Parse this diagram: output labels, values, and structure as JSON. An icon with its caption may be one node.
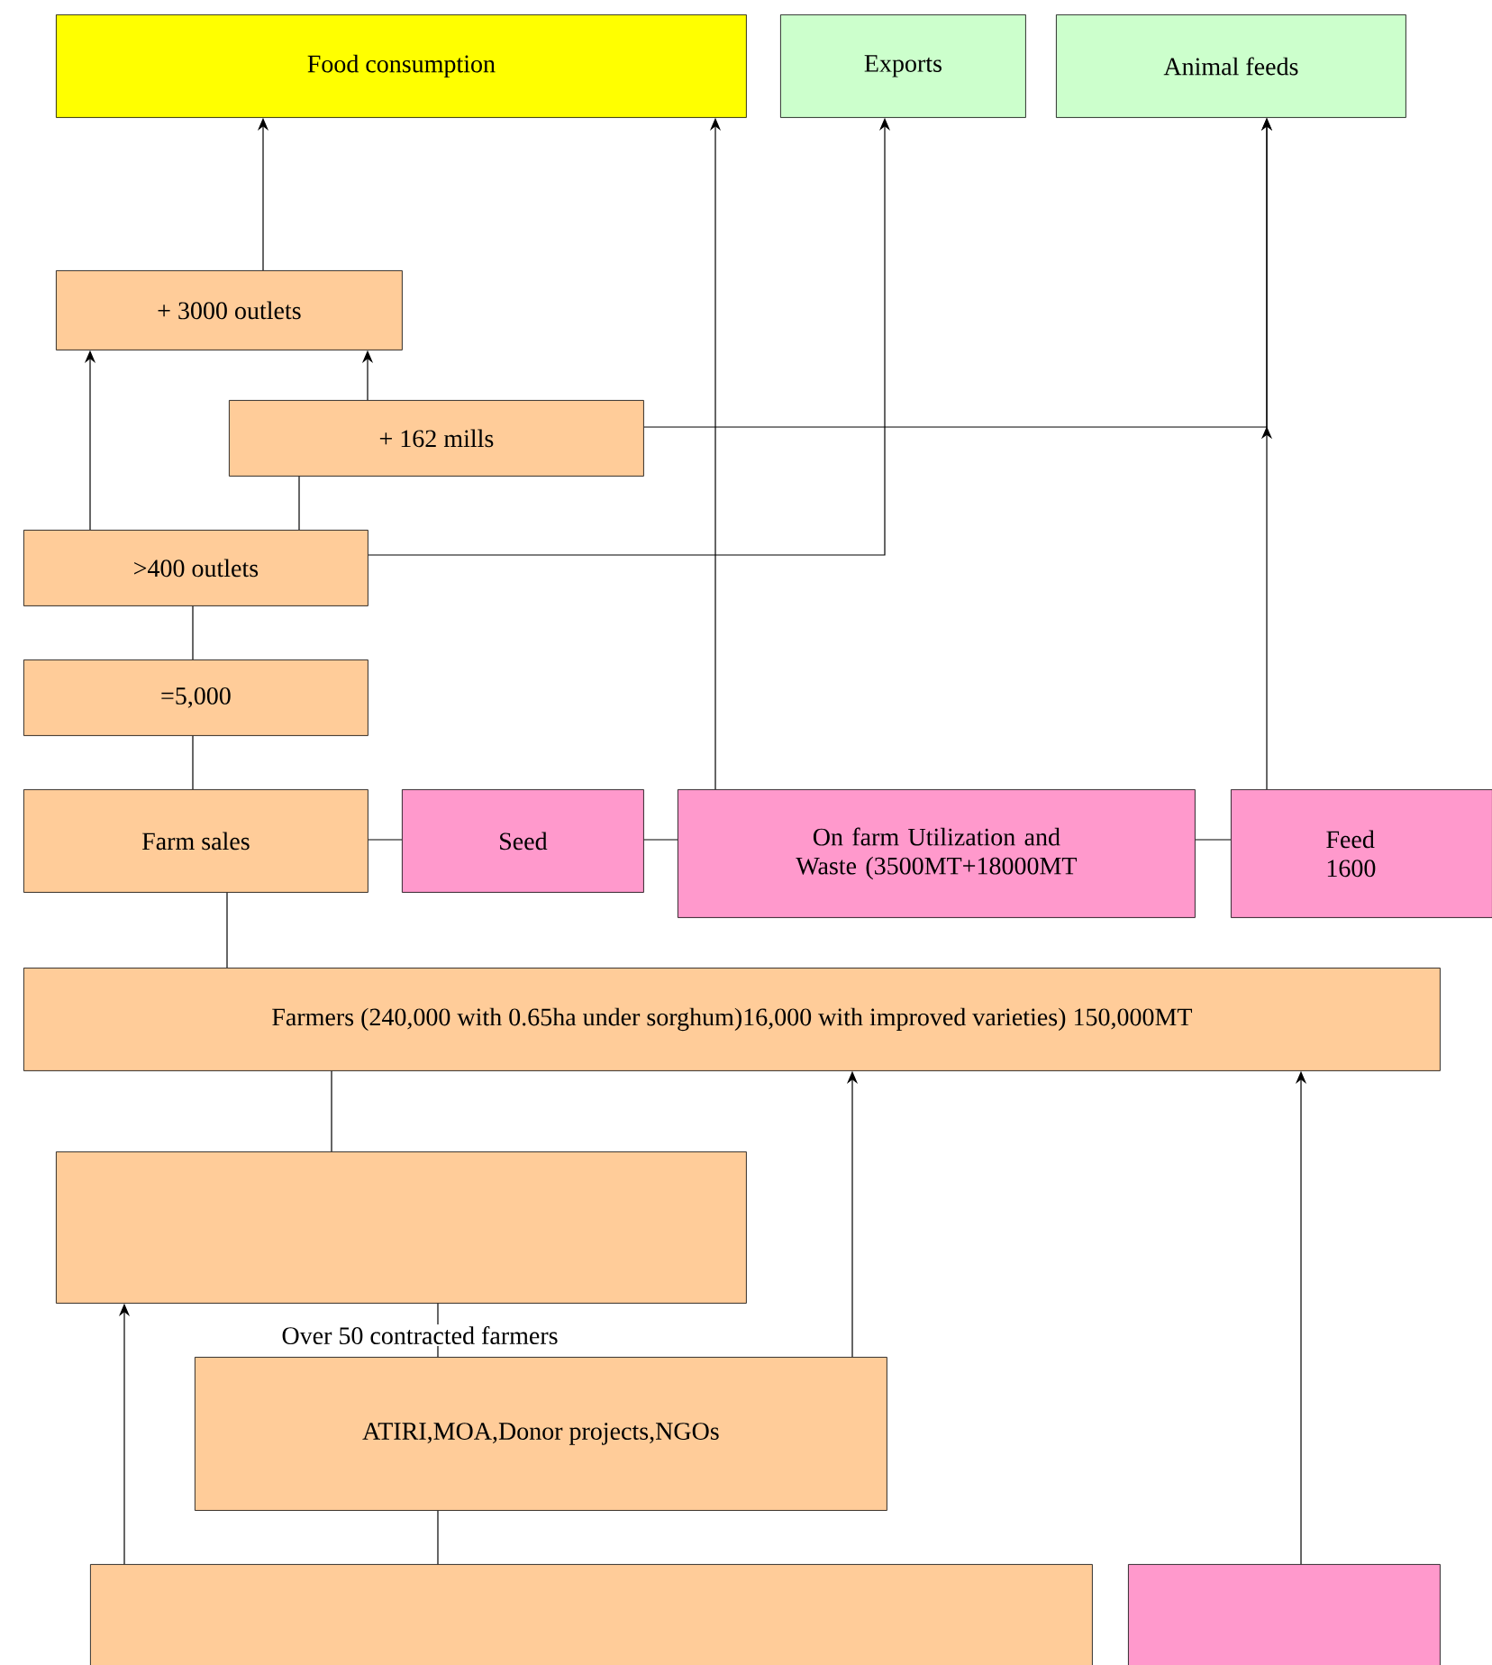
{
  "diagram": {
    "nodes": [
      {
        "text": [
          "Food consumption"
        ]
      },
      {
        "text": [
          "Exports"
        ]
      },
      {
        "text": [
          "Animal feeds"
        ]
      },
      {
        "text": [
          "+ 3000 outlets"
        ]
      },
      {
        "text": [
          "+ 162 mills"
        ]
      },
      {
        "text": [
          ">400 outlets"
        ]
      },
      {
        "text": [
          "=5,000"
        ]
      },
      {
        "text": [
          "Farm sales"
        ]
      },
      {
        "text": [
          "Seed"
        ]
      },
      {
        "text": [
          "On farm Utilization and Waste (3500MT+18000MT"
        ]
      },
      {
        "text": [
          "Feed 1600"
        ]
      },
      {
        "text": [
          "Farmers (240,000 with 0.65ha under sorghum)16,000 with improved varieties) 150,000MT"
        ]
      },
      {
        "text": [],
        "shape": "box"
      },
      {
        "text": [
          "ATIRI,MOA,Donor projects,NGOs"
        ]
      },
      {
        "text": [],
        "shape": "box"
      },
      {
        "text": [],
        "shape": "box"
      }
    ],
    "edges": [
      {
        "from": 3,
        "to": 0,
        "arrow": "to"
      },
      {
        "from": 9,
        "to": 0,
        "arrow": "to"
      },
      {
        "from": 5,
        "to": 1,
        "arrow": "to"
      },
      {
        "from": 10,
        "to": 2,
        "arrow": "to"
      },
      {
        "from": 4,
        "to": 2,
        "arrow": "to"
      },
      {
        "from": 5,
        "to": 3,
        "arrow": "to"
      },
      {
        "from": 4,
        "to": 3,
        "arrow": "to"
      },
      {
        "from": 5,
        "to": 4,
        "arrow": "none"
      },
      {
        "from": 5,
        "to": 6,
        "arrow": "none"
      },
      {
        "from": 6,
        "to": 7,
        "arrow": "none"
      },
      {
        "from": 7,
        "to": 8,
        "arrow": "none"
      },
      {
        "from": 8,
        "to": 9,
        "arrow": "none"
      },
      {
        "from": 9,
        "to": 10,
        "arrow": "none"
      },
      {
        "from": 7,
        "to": 11,
        "arrow": "none"
      },
      {
        "from": 11,
        "to": 12,
        "arrow": "none"
      },
      {
        "from": 12,
        "to": 13,
        "arrow": "none",
        "label": "Over 50 contracted farmers"
      },
      {
        "from": 13,
        "to": 11,
        "arrow": "to"
      },
      {
        "from": 15,
        "to": 11,
        "arrow": "to"
      },
      {
        "from": 14,
        "to": 12,
        "arrow": "to"
      },
      {
        "from": 14,
        "to": 13,
        "arrow": "none"
      }
    ]
  }
}
